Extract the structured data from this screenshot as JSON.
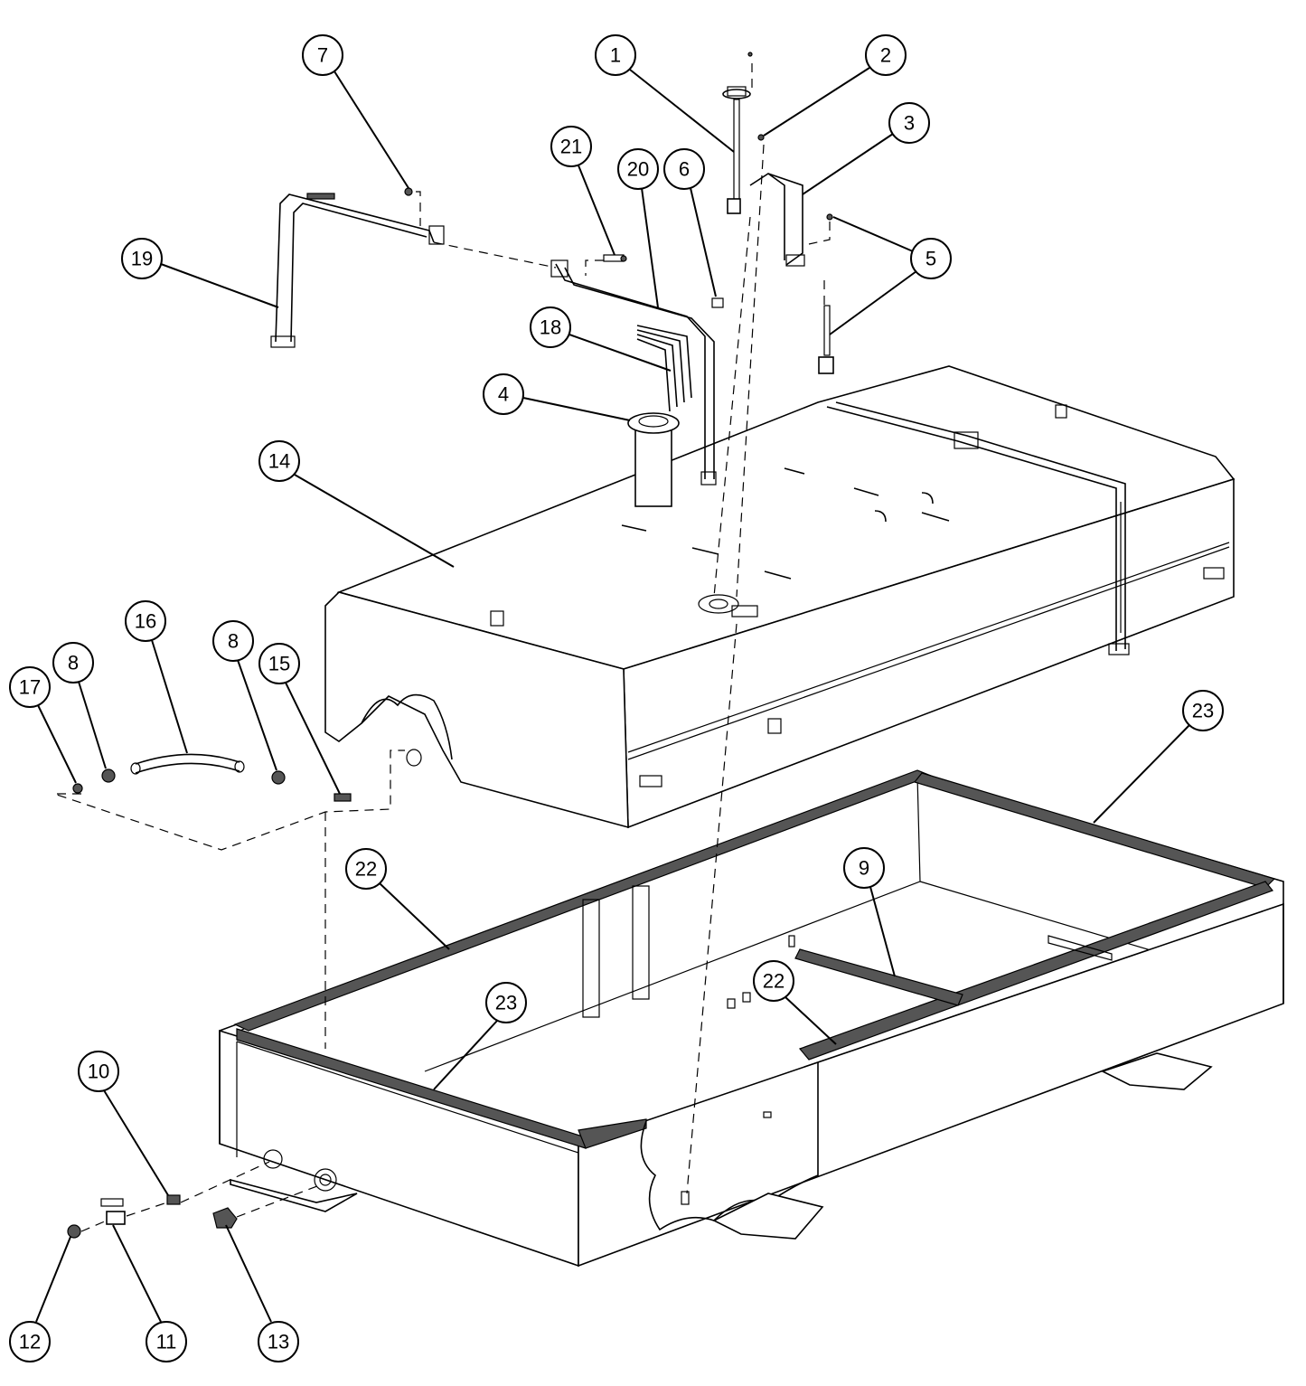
{
  "balloons": [
    {
      "label": "1"
    },
    {
      "label": "2"
    },
    {
      "label": "3"
    },
    {
      "label": "5"
    },
    {
      "label": "5"
    },
    {
      "label": "7"
    },
    {
      "label": "19"
    },
    {
      "label": "21"
    },
    {
      "label": "20"
    },
    {
      "label": "6"
    },
    {
      "label": "18"
    },
    {
      "label": "4"
    },
    {
      "label": "14"
    },
    {
      "label": "16"
    },
    {
      "label": "8"
    },
    {
      "label": "8"
    },
    {
      "label": "17"
    },
    {
      "label": "15"
    },
    {
      "label": "23"
    },
    {
      "label": "22"
    },
    {
      "label": "9"
    },
    {
      "label": "22"
    },
    {
      "label": "23"
    },
    {
      "label": "10"
    },
    {
      "label": "12"
    },
    {
      "label": "11"
    },
    {
      "label": "13"
    }
  ]
}
